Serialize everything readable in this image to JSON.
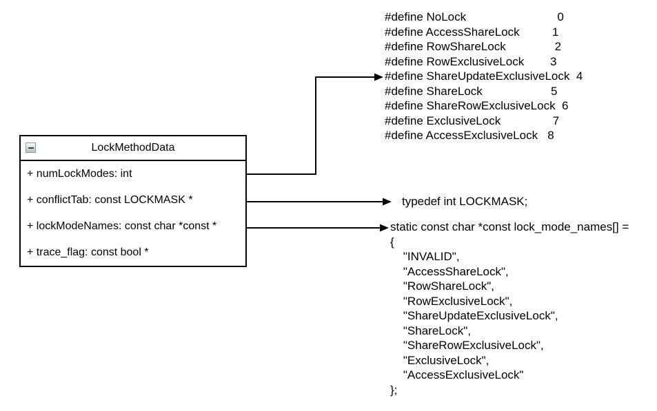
{
  "class_box": {
    "title": "LockMethodData",
    "collapse_icon": "minus-icon",
    "attributes": [
      "+ numLockModes: int",
      "+ conflictTab: const LOCKMASK *",
      "+ lockModeNames: const char *const *",
      "+ trace_flag: const bool *"
    ]
  },
  "define_block": {
    "lines": [
      "#define NoLock                            0",
      "#define AccessShareLock          1",
      "#define RowShareLock               2",
      "#define RowExclusiveLock        3",
      "#define ShareUpdateExclusiveLock  4",
      "#define ShareLock                     5",
      "#define ShareRowExclusiveLock  6",
      "#define ExclusiveLock                7",
      "#define AccessExclusiveLock   8"
    ]
  },
  "typedef_block": {
    "text": "typedef int LOCKMASK;"
  },
  "array_block": {
    "lines": [
      "static const char *const lock_mode_names[] =",
      "{",
      "    \"INVALID\",",
      "    \"AccessShareLock\",",
      "    \"RowShareLock\",",
      "    \"RowExclusiveLock\",",
      "    \"ShareUpdateExclusiveLock\",",
      "    \"ShareLock\",",
      "    \"ShareRowExclusiveLock\",",
      "    \"ExclusiveLock\",",
      "    \"AccessExclusiveLock\"",
      "};"
    ]
  },
  "colors": {
    "stroke": "#000000",
    "text": "#000000",
    "background": "#ffffff",
    "collapse_button_border": "#8a97ad",
    "collapse_button_fill": "#c9ced6"
  }
}
